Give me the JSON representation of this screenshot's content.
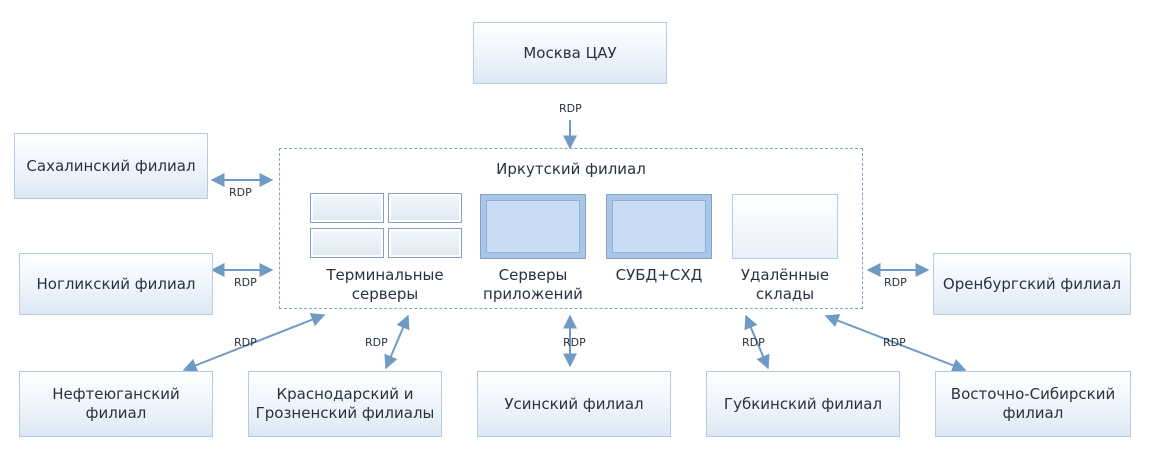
{
  "top": {
    "moscow": "Москва ЦАУ"
  },
  "left": {
    "sakhalin": "Сахалинский филиал",
    "nogliki": "Ногликский филиал"
  },
  "right": {
    "orenburg": "Оренбургский филиал"
  },
  "center": {
    "title": "Иркутский филиал",
    "terminal": [
      "Терминальные",
      "серверы"
    ],
    "apps": [
      "Серверы",
      "приложений"
    ],
    "db": "СУБД+СХД",
    "warehouses": [
      "Удалённые",
      "склады"
    ]
  },
  "bottom": {
    "nefteyugansk": [
      "Нефтеюганский",
      "филиал"
    ],
    "krasnodar": [
      "Краснодарский и",
      "Грозненский филиалы"
    ],
    "usinsk": "Усинский филиал",
    "gubkinsky": "Губкинский филиал",
    "east_siberian": [
      "Восточно-Сибирский",
      "филиал"
    ]
  },
  "link_label": "RDP",
  "colors": {
    "arrow": "#6f9ac4",
    "frame": "#7ea6c9",
    "box_border": "#b7cbe0",
    "tile_fill": "#c9dcf3"
  }
}
